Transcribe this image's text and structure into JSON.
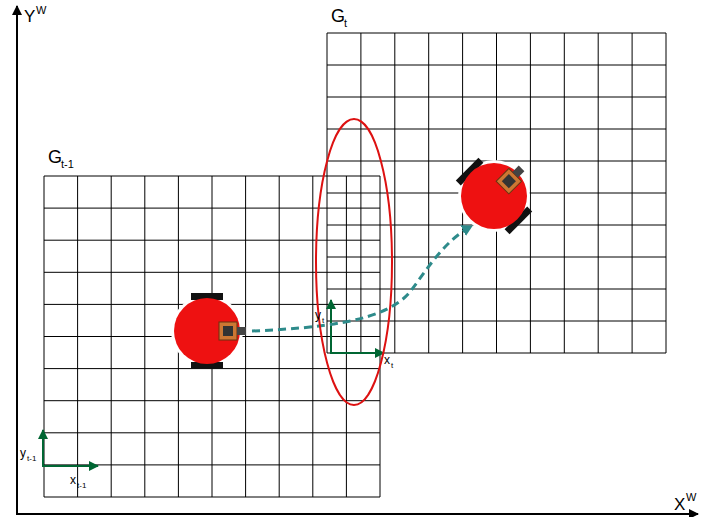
{
  "diagram": {
    "labels": [
      "Y",
      "W",
      "X",
      "W",
      "G",
      "t-1",
      "G",
      "t",
      "y",
      "t-1",
      "x",
      "t-1",
      "y",
      "t",
      "x",
      "t"
    ]
  }
}
